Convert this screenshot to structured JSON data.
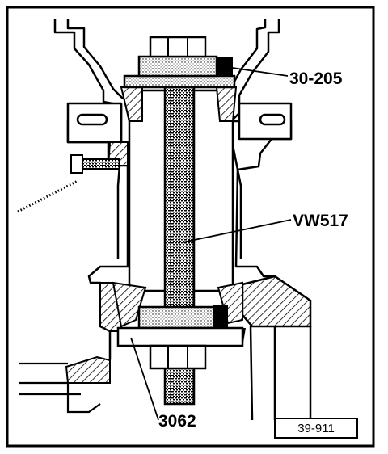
{
  "diagram": {
    "labels": {
      "puller": "30-205",
      "spindle": "VW517",
      "support": "3062"
    },
    "figure_ref": "39-911",
    "colors": {
      "ink": "#000000",
      "paper": "#ffffff"
    }
  }
}
